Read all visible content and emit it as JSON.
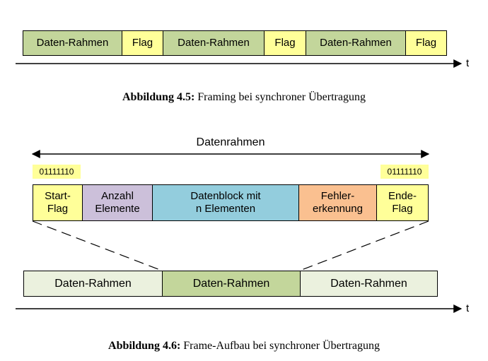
{
  "figure_45": {
    "frames": [
      {
        "label": "Daten-Rahmen",
        "color": "#c3d69b"
      },
      {
        "label": "Flag",
        "color": "#ffff99"
      },
      {
        "label": "Daten-Rahmen",
        "color": "#c3d69b"
      },
      {
        "label": "Flag",
        "color": "#ffff99"
      },
      {
        "label": "Daten-Rahmen",
        "color": "#c3d69b"
      },
      {
        "label": "Flag",
        "color": "#ffff99"
      }
    ],
    "axis_label": "t",
    "caption_bold": "Abbildung 4.5:",
    "caption_text": " Framing bei synchroner Übertragung"
  },
  "figure_46": {
    "span_label": "Datenrahmen",
    "start_flag_bits": "01111110",
    "end_flag_bits": "01111110",
    "fields": [
      {
        "label": "Start-\nFlag",
        "color": "#ffff99"
      },
      {
        "label": "Anzahl\nElemente",
        "color": "#ccc0da"
      },
      {
        "label": "Datenblock mit\nn Elementen",
        "color": "#93cddd"
      },
      {
        "label": "Fehler-\nerkennung",
        "color": "#fac090"
      },
      {
        "label": "Ende-\nFlag",
        "color": "#ffff99"
      }
    ],
    "stream": [
      {
        "label": "Daten-Rahmen",
        "color": "#ebf1de"
      },
      {
        "label": "Daten-Rahmen",
        "color": "#c3d69b"
      },
      {
        "label": "Daten-Rahmen",
        "color": "#ebf1de"
      }
    ],
    "axis_label": "t",
    "caption_bold": "Abbildung 4.6:",
    "caption_text": " Frame-Aufbau bei synchroner Übertragung"
  }
}
